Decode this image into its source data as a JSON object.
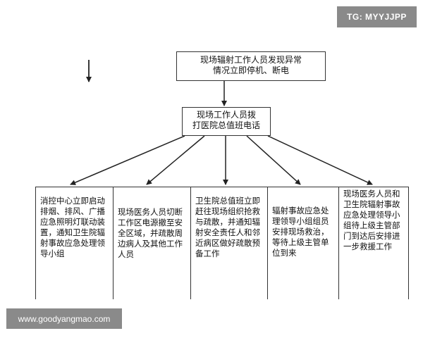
{
  "watermark_top": "TG: MYYJJPP",
  "watermark_bottom": "www.goodyangmao.com",
  "top_box": "现场辐射工作人员发现异常\n情况立即停机、断电",
  "middle_box": "现场工作人员拨\n打医院总值班电话",
  "branches": [
    {
      "text": "消控中心立即启动排烟、排风、广播应急照明灯联动装置，通知卫生院辐射事故应急处理领导小组"
    },
    {
      "text": "现场医务人员切断工作区电源撤至安全区域，并疏散周边病人及其他工作人员"
    },
    {
      "text": "卫生院总值班立即赶往现场组织抢救与疏散，并通知辐射安全责任人和邻近病区做好疏散预备工作"
    },
    {
      "text": "辐射事故应急处理领导小组组员安排现场救治，等待上级主管单位到来"
    },
    {
      "text": "现场医务人员和卫生院辐射事故应急处理领导小组待上级主管部门到达后安排进一步救援工作"
    }
  ],
  "colors": {
    "line": "#333333",
    "badge": "#8a8a8a"
  }
}
